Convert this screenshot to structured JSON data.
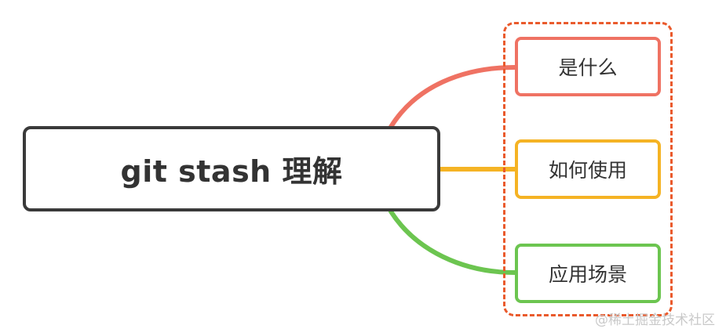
{
  "diagram": {
    "root": {
      "label": "git stash 理解",
      "border_color": "#3a3a3a"
    },
    "group_frame_color": "#ea5a2c",
    "branches": [
      {
        "label": "是什么",
        "color": "#ef7263"
      },
      {
        "label": "如何使用",
        "color": "#f5b324"
      },
      {
        "label": "应用场景",
        "color": "#6cc550"
      }
    ]
  },
  "watermark": "@稀土掘金技术社区"
}
